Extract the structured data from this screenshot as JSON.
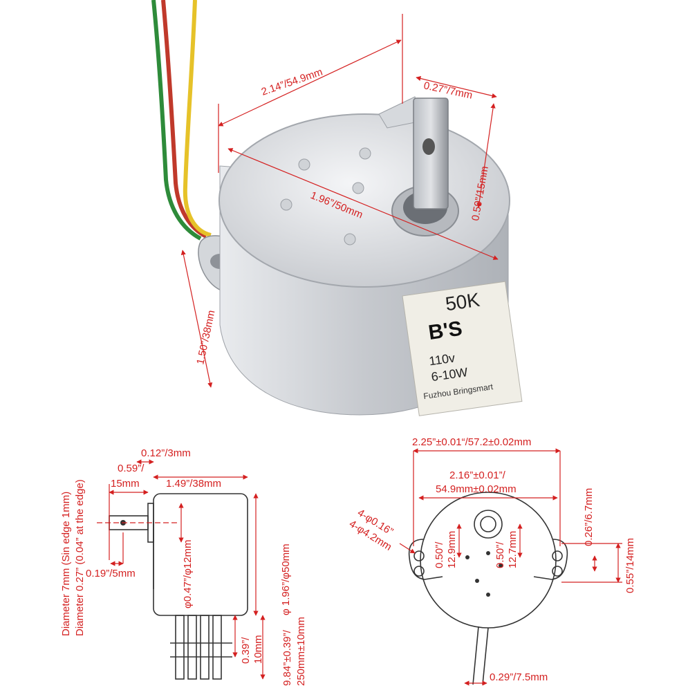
{
  "colors": {
    "dimension": "#d42020",
    "metal": "#c9ccd1",
    "shaft": "#9a9ea4",
    "wire_green": "#2e8b3a",
    "wire_red": "#c0392b",
    "wire_yellow": "#e6c229"
  },
  "photo": {
    "width_dim": "2.14”/54.9mm",
    "diameter_dim": "1.96”/50mm",
    "shaft_width_dim": "0.27”/7mm",
    "shaft_len_dim": "0.59”/15mm",
    "height_dim": "1.50”/38mm",
    "label": {
      "model": "50K",
      "brand": "B'S",
      "voltage": "110v",
      "power": "6-10W",
      "maker": "Fuzhou Bringsmart"
    }
  },
  "side": {
    "shaft_diameter_note": "Diameter 7mm (Sin edge 1mm)",
    "shaft_diameter_note_in": "Diameter 0.27” (0.04” at the edge)",
    "shaft_offset": "0.12”/3mm",
    "shaft_len_in": "0.59”/",
    "shaft_len_mm": "15mm",
    "body_len": "1.49”/38mm",
    "shaft_flat": "0.19”/5mm",
    "boss_diameter": "φ0.47”/φ12mm",
    "body_diameter": "φ 1.96”/φ50mm",
    "wire_len_in": "9.84”±0.39”/",
    "wire_len_mm": "250mm±10mm",
    "pin_len_in": "0.39”/",
    "pin_len_mm": "10mm"
  },
  "front": {
    "overall_width": "2.25”±0.01“/57.2±0.02mm",
    "hole_spacing_in": "2.16”±0.01”/",
    "hole_spacing_mm": "54.9mm±0.02mm",
    "hole_diam_in": "4-φ0.16”",
    "hole_diam_mm": "4-φ4.2mm",
    "offset_left_in": "0.50”/",
    "offset_left_mm": "12.9mm",
    "offset_right_in": "0.50”/",
    "offset_right_mm": "12.7mm",
    "tab_height": "0.26”/6.7mm",
    "tab_total": "0.55”/14mm",
    "wire_width": "0.29”/7.5mm"
  }
}
